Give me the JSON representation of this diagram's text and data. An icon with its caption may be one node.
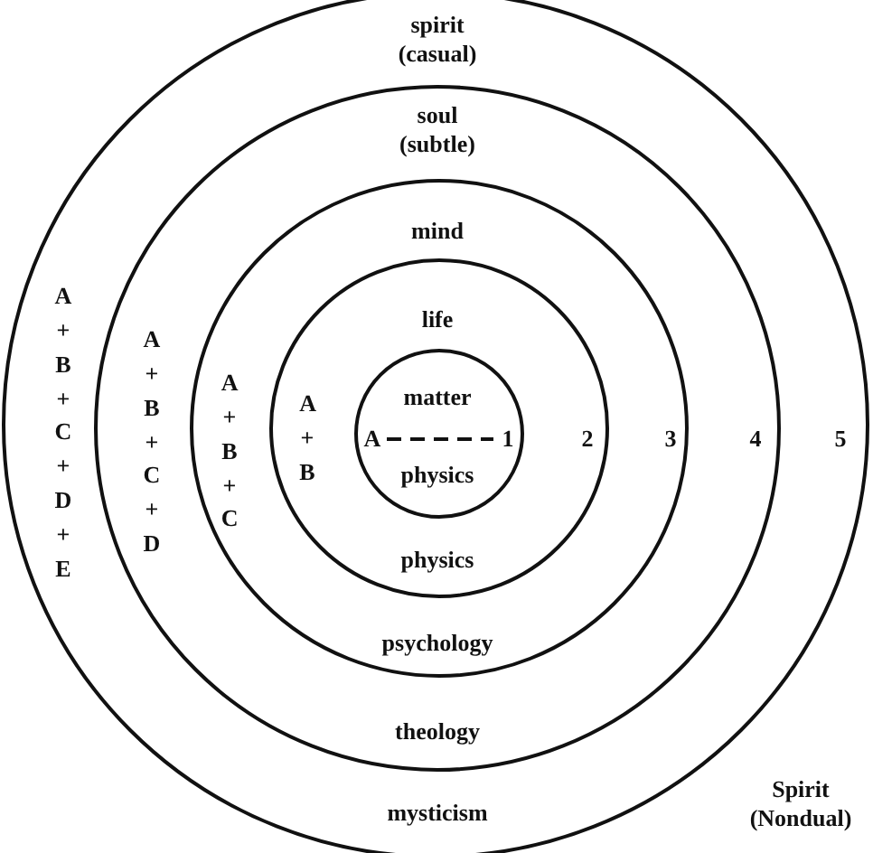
{
  "diagram": {
    "nodes": [
      {
        "text": [
          "spirit (casual)",
          "A + B + C + D + E",
          "5",
          "mysticism"
        ]
      },
      {
        "text": [
          "soul (subtle)",
          "A + B + C + D",
          "4",
          "theology"
        ],
        "in": 0
      },
      {
        "text": [
          "mind",
          "A + B + C",
          "3",
          "psychology"
        ],
        "in": 1
      },
      {
        "text": [
          "life",
          "A + B",
          "2",
          "physics"
        ],
        "in": 2
      },
      {
        "text": [
          "matter",
          "A",
          "1",
          "physics"
        ],
        "in": 3
      }
    ],
    "edges": [],
    "labels": [
      "Spirit (Nondual)"
    ]
  }
}
